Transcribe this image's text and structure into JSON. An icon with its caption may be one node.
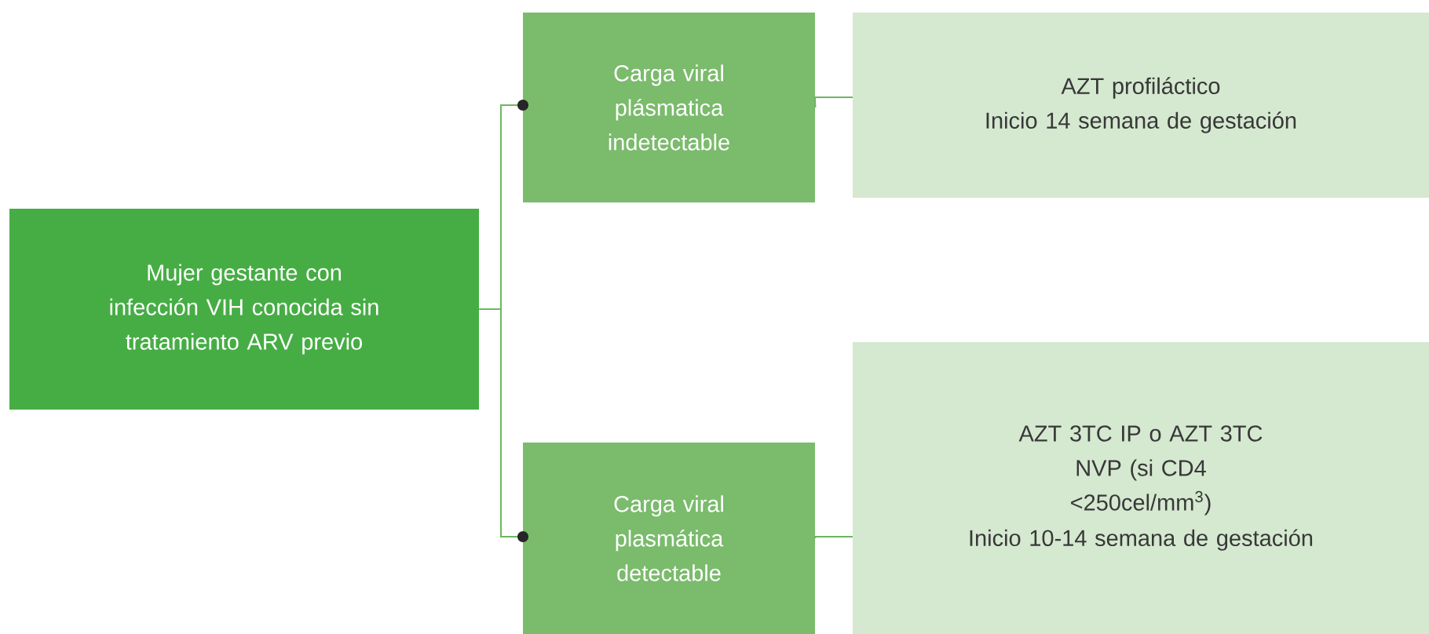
{
  "diagram": {
    "nodes": [
      {
        "text": [
          "Mujer gestante con infección VIH conocida sin tratamiento ARV previo"
        ]
      },
      {
        "text": [
          "Carga viral plásmatica indetectable"
        ]
      },
      {
        "text": [
          "Carga viral plasmática detectable"
        ]
      },
      {
        "text": [
          "AZT profiláctico",
          "Inicio 14 semana de gestación"
        ]
      },
      {
        "text": [
          "AZT 3TC IP o AZT 3TC NVP (si CD4 <250cel/mm$^{3}$)",
          "Inicio 10-14 semana de gestación"
        ]
      }
    ],
    "edges": [
      {
        "from": 0,
        "to": 1,
        "arrow": "other"
      },
      {
        "from": 0,
        "to": 2,
        "arrow": "other"
      },
      {
        "from": 1,
        "to": 3,
        "arrow": "none"
      },
      {
        "from": 2,
        "to": 4,
        "arrow": "none"
      }
    ]
  }
}
